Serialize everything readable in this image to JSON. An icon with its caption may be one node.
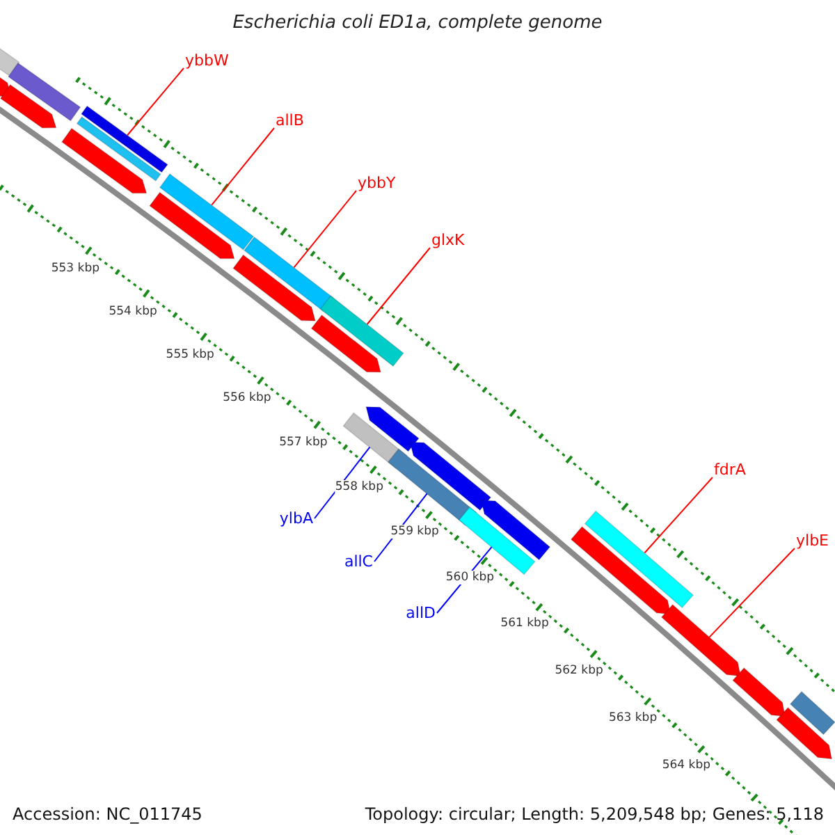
{
  "diagram": {
    "title": "Escherichia coli ED1a, complete genome",
    "nodes": [
      {
        "text": [
          "ybbW"
        ]
      },
      {
        "text": [
          "allB"
        ]
      },
      {
        "text": [
          "ybbY"
        ]
      },
      {
        "text": [
          "glxK"
        ]
      },
      {
        "text": [
          "ylbA"
        ]
      },
      {
        "text": [
          "allC"
        ]
      },
      {
        "text": [
          "allD"
        ]
      },
      {
        "text": [
          "fdrA"
        ]
      },
      {
        "text": [
          "ylbE"
        ]
      },
      {
        "text": [],
        "shape": "bar"
      },
      {
        "text": [],
        "shape": "arrow"
      },
      {
        "text": [],
        "shape": "arrow"
      },
      {
        "text": [],
        "shape": "bar"
      },
      {
        "text": [],
        "shape": "bar"
      },
      {
        "text": [],
        "shape": "bar"
      },
      {
        "text": [],
        "shape": "arrow"
      },
      {
        "text": [],
        "shape": "bar"
      },
      {
        "text": [],
        "shape": "arrow"
      },
      {
        "text": [],
        "shape": "bar"
      },
      {
        "text": [],
        "shape": "arrow"
      },
      {
        "text": [],
        "shape": "bar"
      },
      {
        "text": [],
        "shape": "arrow"
      },
      {
        "text": [],
        "shape": "arrow"
      },
      {
        "text": [],
        "shape": "bar"
      },
      {
        "text": [],
        "shape": "arrow"
      },
      {
        "text": [],
        "shape": "bar"
      },
      {
        "text": [],
        "shape": "arrow"
      },
      {
        "text": [],
        "shape": "bar"
      },
      {
        "text": [],
        "shape": "arrow"
      },
      {
        "text": [],
        "shape": "bar"
      },
      {
        "text": [],
        "shape": "arrow"
      },
      {
        "text": [],
        "shape": "arrow"
      },
      {
        "text": [],
        "shape": "bar"
      },
      {
        "text": [],
        "shape": "arrow"
      }
    ],
    "edges": [
      {
        "from": 0,
        "to": 14,
        "arrow": "none"
      },
      {
        "from": 1,
        "to": 16,
        "arrow": "none"
      },
      {
        "from": 2,
        "to": 18,
        "arrow": "none"
      },
      {
        "from": 3,
        "to": 20,
        "arrow": "none"
      },
      {
        "from": 4,
        "to": 23,
        "arrow": "none",
        "color": "#0000ff"
      },
      {
        "from": 5,
        "to": 25,
        "arrow": "none",
        "color": "#0000ff"
      },
      {
        "from": 6,
        "to": 27,
        "arrow": "none",
        "color": "#0000ff"
      },
      {
        "from": 7,
        "to": 29,
        "arrow": "none"
      },
      {
        "from": 8,
        "to": 30,
        "arrow": "none"
      }
    ],
    "labels": [
      "553 kbp",
      "554 kbp",
      "555 kbp",
      "556 kbp",
      "557 kbp",
      "558 kbp",
      "559 kbp",
      "560 kbp",
      "561 kbp",
      "562 kbp",
      "563 kbp",
      "564 kbp",
      "Accession: NC_011745",
      "Topology: circular; Length: 5,209,548 bp; Genes: 5,118"
    ]
  }
}
